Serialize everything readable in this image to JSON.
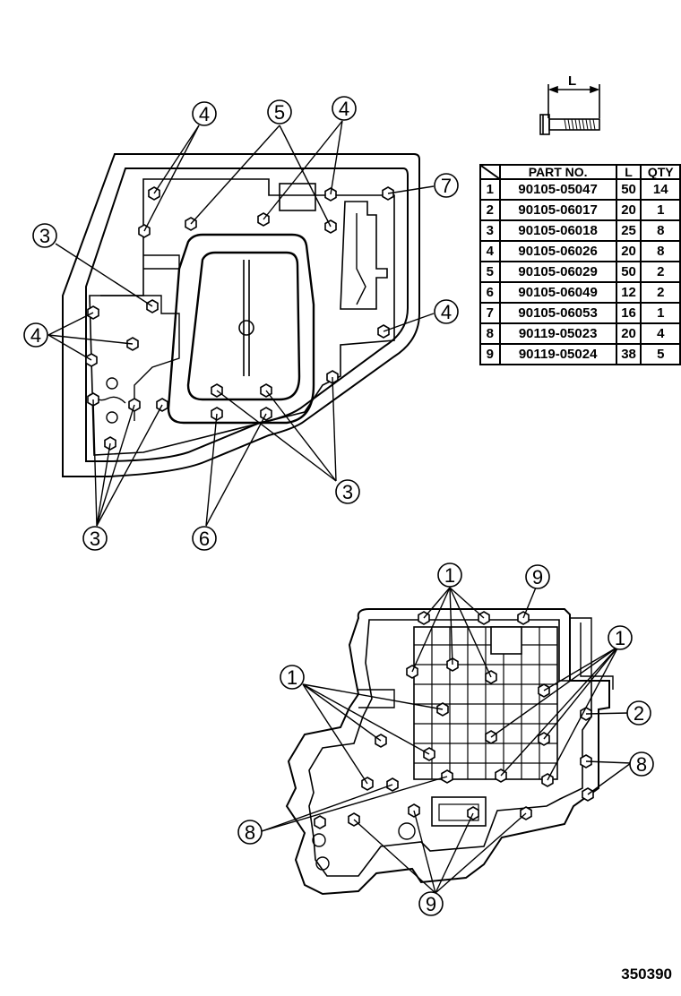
{
  "callouts": {
    "c1": "1",
    "c2": "2",
    "c3": "3",
    "c4": "4",
    "c5": "5",
    "c6": "6",
    "c7": "7",
    "c8": "8",
    "c9": "9"
  },
  "dimension": {
    "label": "L"
  },
  "table": {
    "headers": {
      "part_no": "PART  NO.",
      "length": "L",
      "qty": "QTY"
    },
    "rows": [
      {
        "no": "1",
        "part_no": "90105-05047",
        "length": "50",
        "qty": "14"
      },
      {
        "no": "2",
        "part_no": "90105-06017",
        "length": "20",
        "qty": "1"
      },
      {
        "no": "3",
        "part_no": "90105-06018",
        "length": "25",
        "qty": "8"
      },
      {
        "no": "4",
        "part_no": "90105-06026",
        "length": "20",
        "qty": "8"
      },
      {
        "no": "5",
        "part_no": "90105-06029",
        "length": "50",
        "qty": "2"
      },
      {
        "no": "6",
        "part_no": "90105-06049",
        "length": "12",
        "qty": "2"
      },
      {
        "no": "7",
        "part_no": "90105-06053",
        "length": "16",
        "qty": "1"
      },
      {
        "no": "8",
        "part_no": "90119-05023",
        "length": "20",
        "qty": "4"
      },
      {
        "no": "9",
        "part_no": "90119-05024",
        "length": "38",
        "qty": "5"
      }
    ]
  },
  "diagram_id": "350390",
  "colors": {
    "ink": "#000000",
    "paper": "#ffffff"
  }
}
